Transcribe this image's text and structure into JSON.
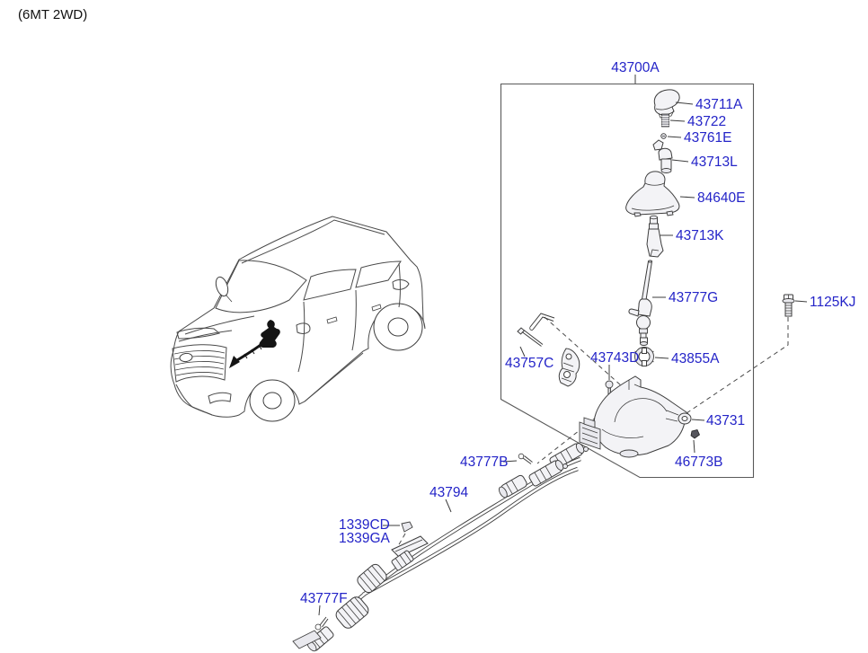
{
  "page": {
    "variant_label": "(6MT 2WD)"
  },
  "colors": {
    "label_blue": "#2424c8",
    "line": "#3d3d3d",
    "background": "#ffffff"
  },
  "diagram": {
    "assembly": {
      "code": "43700A"
    },
    "parts": {
      "knob": {
        "code": "43711A"
      },
      "spring": {
        "code": "43722"
      },
      "screw": {
        "code": "43761E"
      },
      "lever_upper": {
        "code": "43713L"
      },
      "boot": {
        "code": "84640E"
      },
      "lever_joint": {
        "code": "43713K"
      },
      "shift_lever": {
        "code": "43777G"
      },
      "mount_bolt": {
        "code": "1125KJ"
      },
      "pin_clip": {
        "code": "43757C"
      },
      "stud": {
        "code": "43743D"
      },
      "bushing": {
        "code": "43855A"
      },
      "base_grommet": {
        "code": "43731"
      },
      "base_clip": {
        "code": "46773B"
      },
      "cable_pin_b": {
        "code": "43777B"
      },
      "cable_assy": {
        "code": "43794"
      },
      "clip_cd": {
        "code": "1339CD"
      },
      "clip_ga": {
        "code": "1339GA"
      },
      "cable_pin_f": {
        "code": "43777F"
      }
    }
  }
}
